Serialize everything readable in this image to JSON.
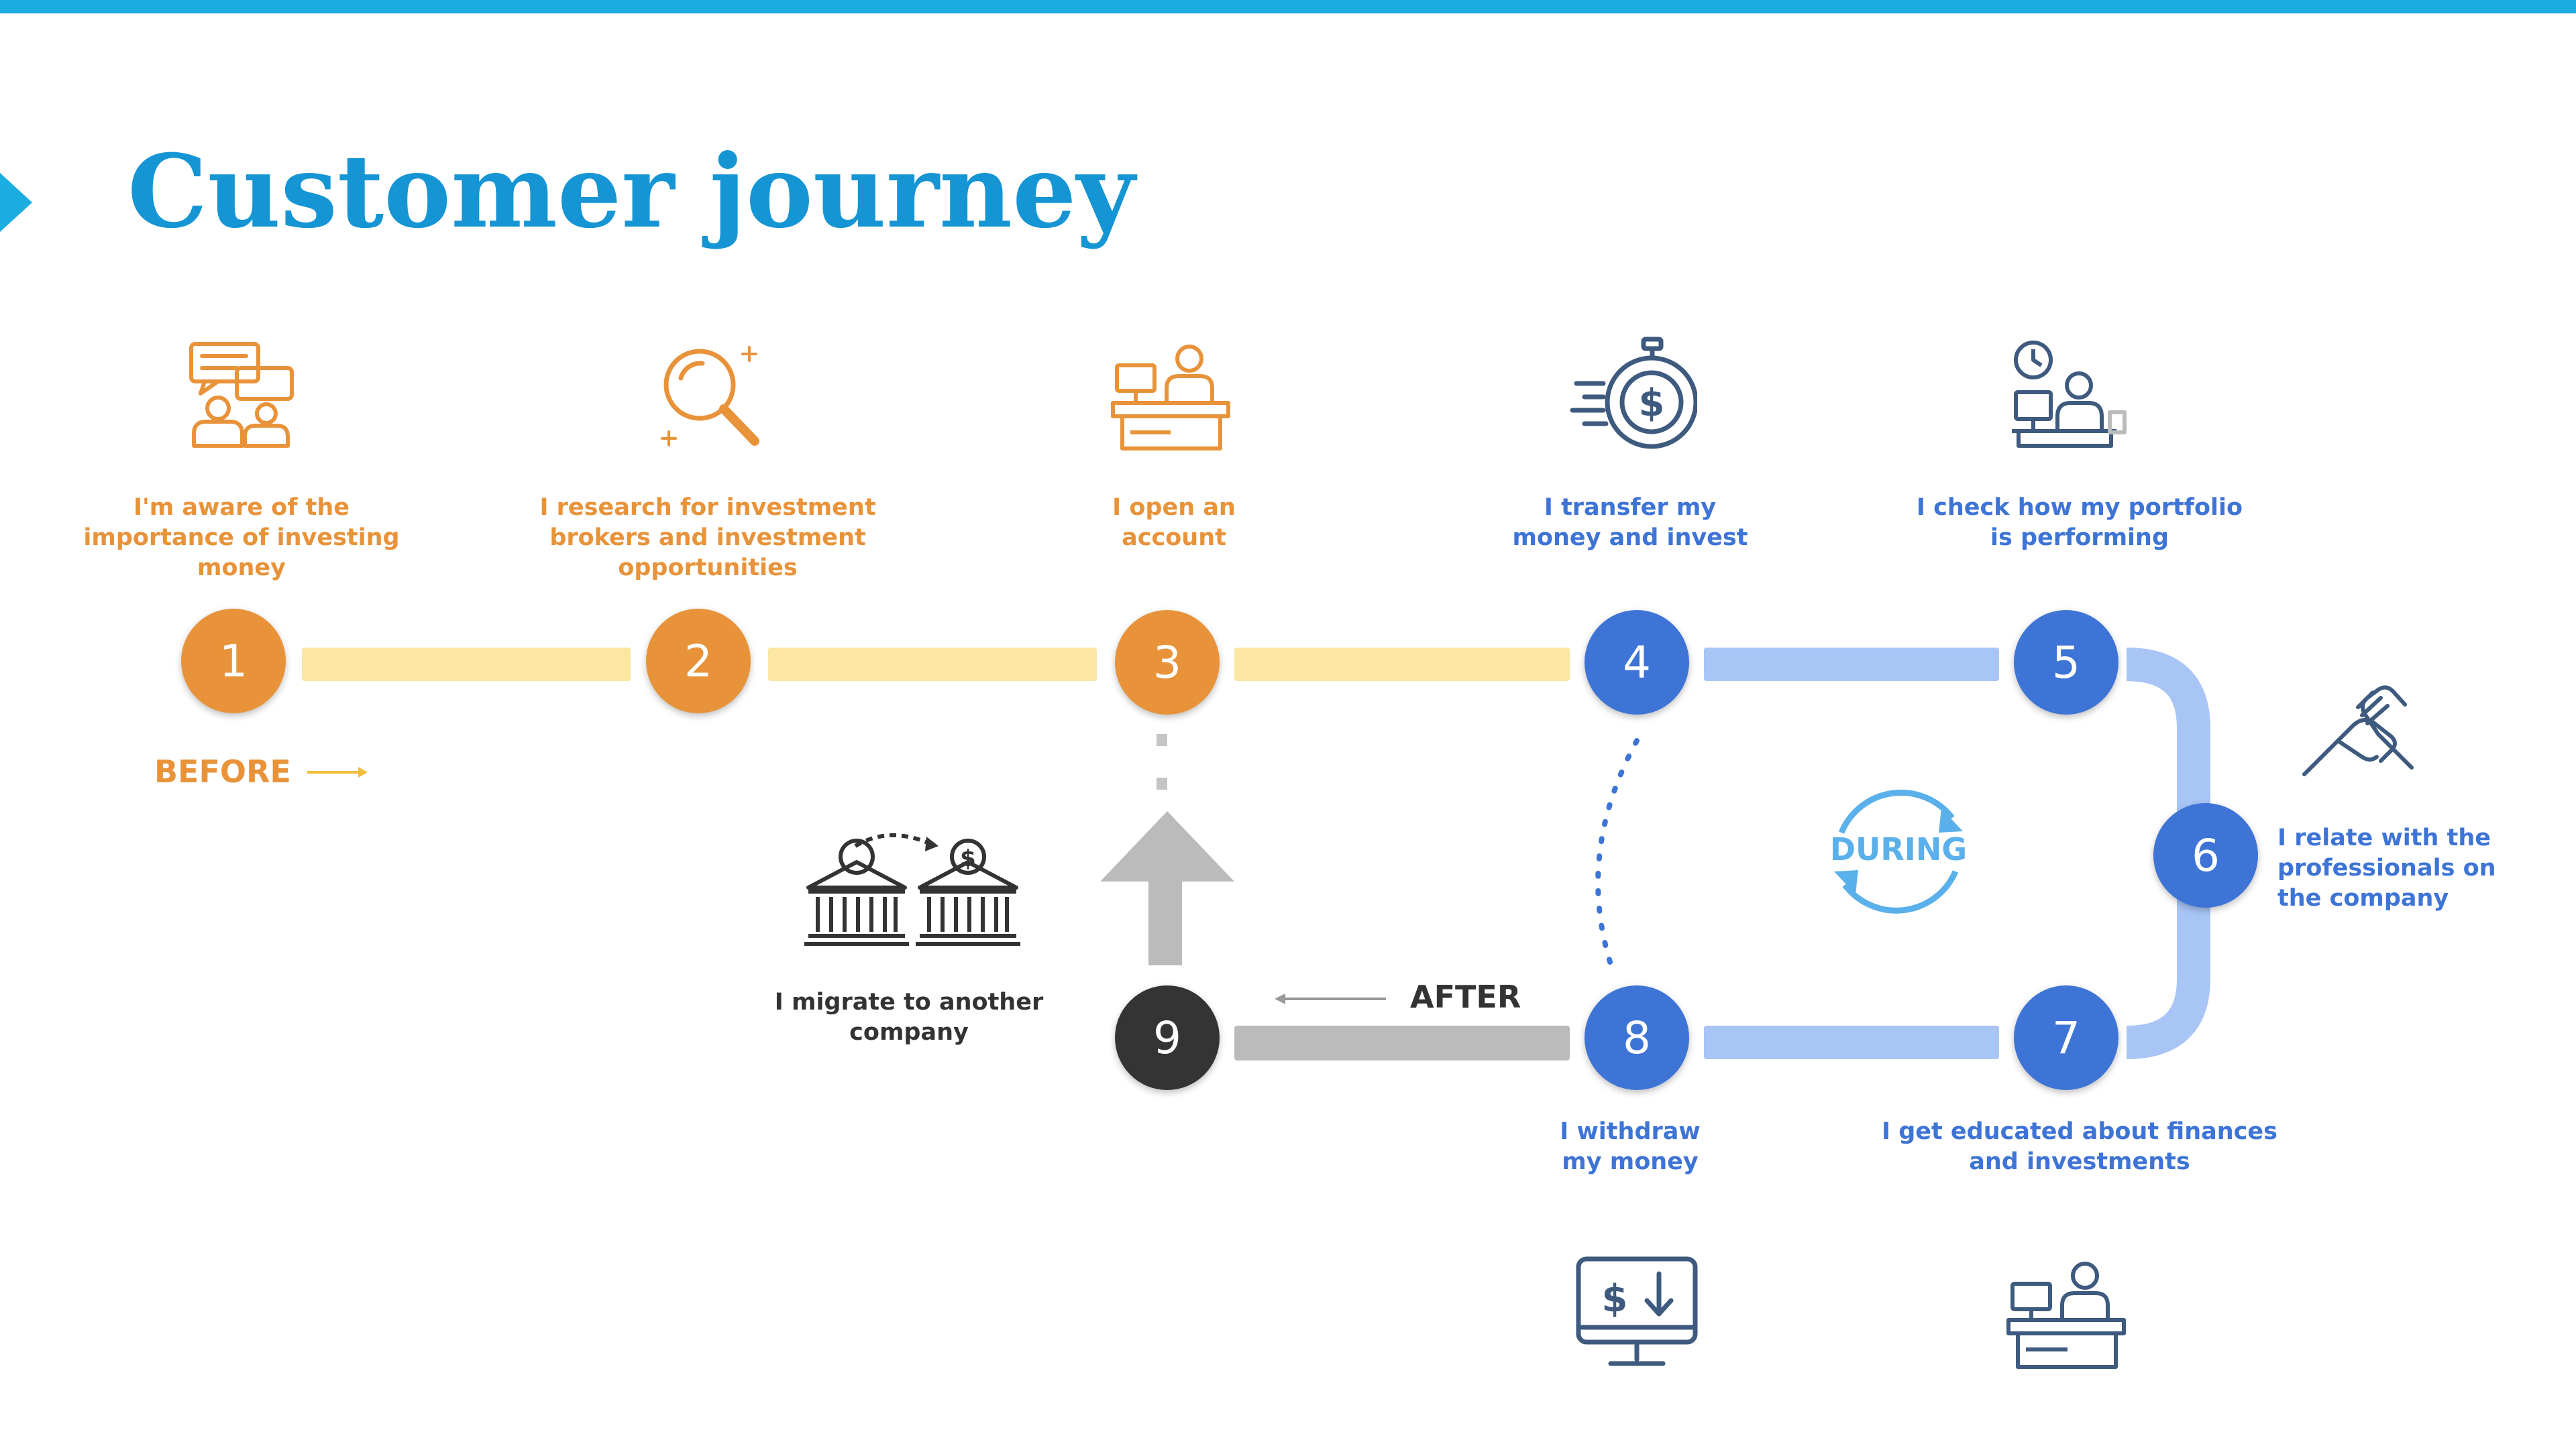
{
  "title": "Customer journey",
  "colors": {
    "accent": "#1bace0",
    "title": "#1595d4",
    "before": "#e8933a",
    "during": "#3d74d6",
    "after": "#343434",
    "track_before": "#fbe6a2",
    "track_during": "#a8c5f6",
    "track_after": "#bbbbbb",
    "during_text": "#5ab0ea"
  },
  "phases": {
    "before": "BEFORE",
    "during": "DURING",
    "after": "AFTER"
  },
  "steps": [
    {
      "number": "1",
      "line1": "I'm aware of the",
      "line2": "importance of investing",
      "line3": "money",
      "icon": "conversation-icon"
    },
    {
      "number": "2",
      "line1": "I research for investment",
      "line2": "brokers and investment",
      "line3": "opportunities",
      "icon": "magnifier-icon"
    },
    {
      "number": "3",
      "line1": "I open an",
      "line2": "account",
      "icon": "desk-clerk-icon"
    },
    {
      "number": "4",
      "line1": "I transfer my",
      "line2": "money and invest",
      "icon": "stopwatch-dollar-icon"
    },
    {
      "number": "5",
      "line1": "I check how my portfolio",
      "line2": "is performing",
      "icon": "person-computer-clock-icon"
    },
    {
      "number": "6",
      "line1": "I relate with the",
      "line2": "professionals on",
      "line3": "the company",
      "icon": "handshake-icon"
    },
    {
      "number": "7",
      "line1": "I get educated about finances",
      "line2": "and investments",
      "icon": "desk-advisor-icon"
    },
    {
      "number": "8",
      "line1": "I withdraw",
      "line2": "my money",
      "icon": "monitor-withdraw-icon"
    },
    {
      "number": "9",
      "line1": "I migrate to another",
      "line2": "company",
      "icon": "banks-transfer-icon"
    }
  ]
}
